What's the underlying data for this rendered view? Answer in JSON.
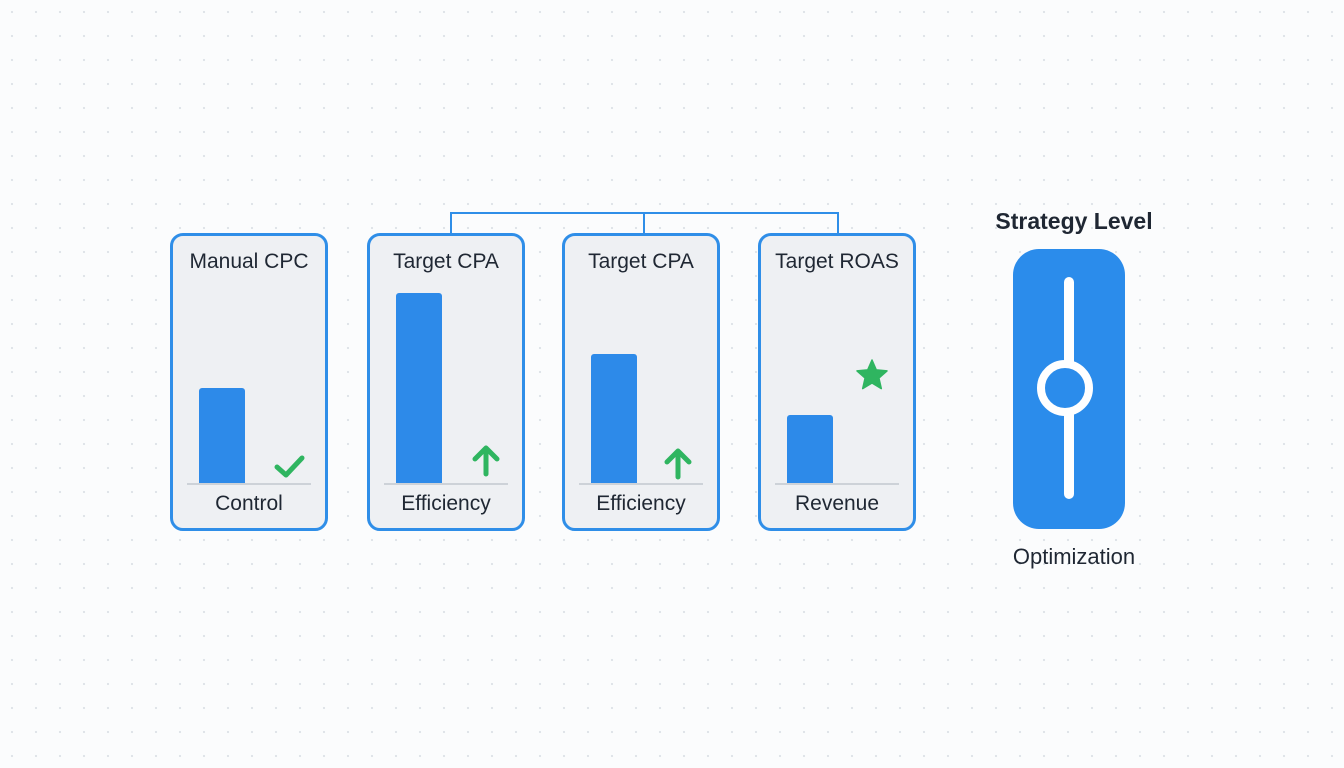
{
  "cards": [
    {
      "title": "Manual CPC",
      "label": "Control",
      "level": 0.5,
      "icon": "check-icon",
      "icon_color": "#2fb560"
    },
    {
      "title": "Target CPA",
      "label": "Efficiency",
      "level": 1.0,
      "icon": "arrow-up-icon",
      "icon_color": "#2fb560"
    },
    {
      "title": "Target CPA",
      "label": "Efficiency",
      "level": 0.68,
      "icon": "arrow-up-icon",
      "icon_color": "#2fb560"
    },
    {
      "title": "Target ROAS",
      "label": "Revenue",
      "level": 0.36,
      "icon": "star-icon",
      "icon_color": "#2fb560"
    }
  ],
  "strategy": {
    "title": "Strategy Level",
    "caption": "Optimization",
    "slider_level": 0.5
  },
  "colors": {
    "accent": "#2f8ee8",
    "bar": "#2d8ae9",
    "success": "#2fb560",
    "card_background": "#eef0f3",
    "text": "#1f2733"
  }
}
